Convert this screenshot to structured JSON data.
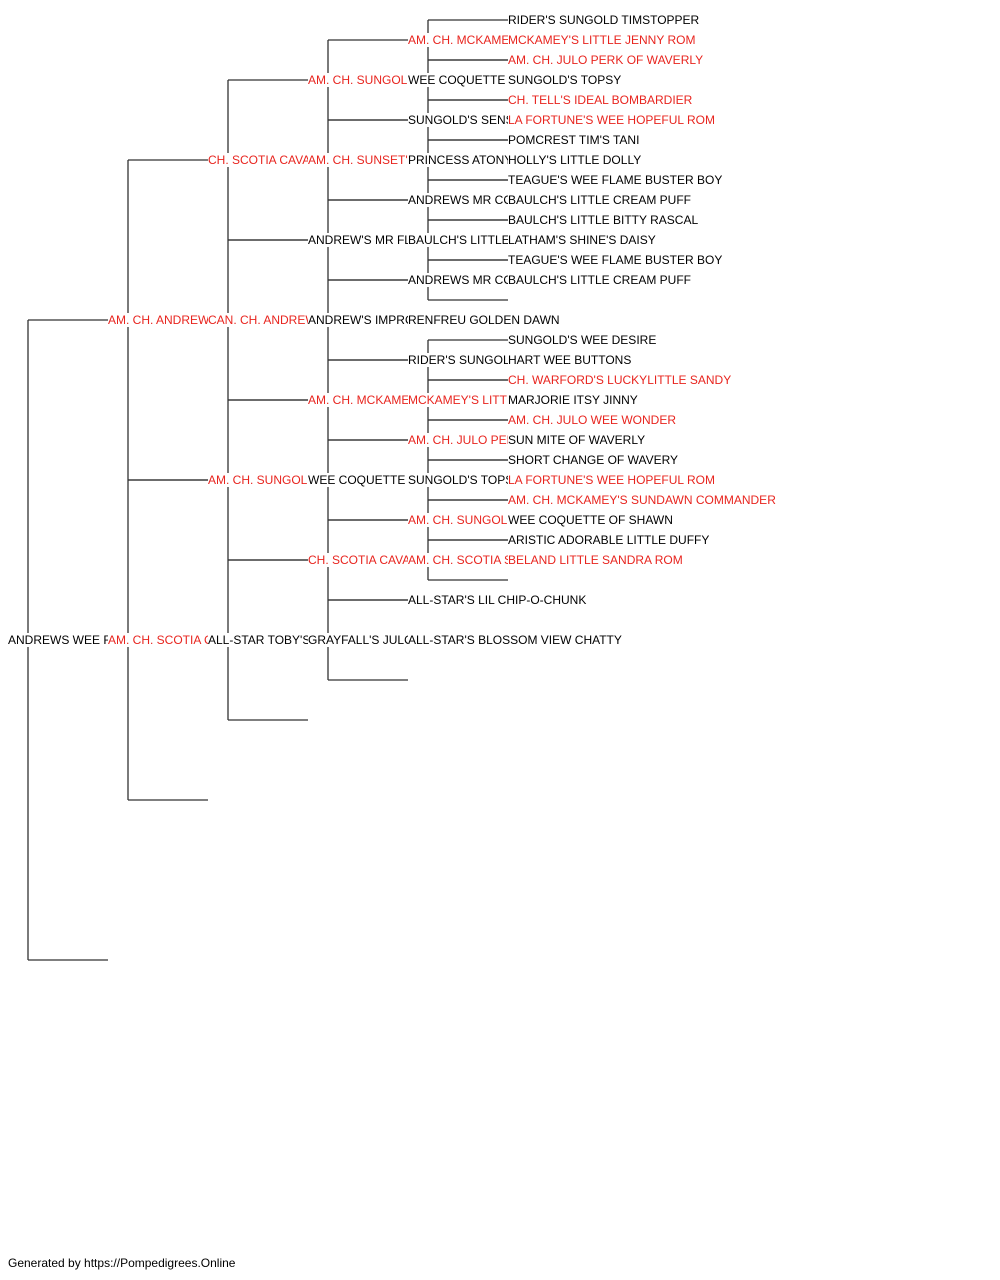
{
  "colors": {
    "titled": "#e8241e",
    "plain": "#000000",
    "line": "#333333"
  },
  "pedigree": {
    "name": "ANDREWS WEE RED LAIRD CDX",
    "red": false,
    "sire": {
      "name": "AM. CH. ANDREWS PIC'S JIMBO",
      "red": true,
      "sire": {
        "name": "CH. SCOTIA CAVALIER'S JUNGLE JIM ROM",
        "red": true,
        "sire": {
          "name": "AM. CH. SUNGOLD'S GAY CAVALIER ROMS",
          "red": true,
          "sire": {
            "name": "AM. CH. MCKAMEY'S SUNDAWN COMMANDER",
            "red": true,
            "sire": {
              "name": "RIDER'S SUNGOLD TIMSTOPPER",
              "red": false
            },
            "dam": {
              "name": "MCKAMEY'S LITTLE JENNY ROM",
              "red": true
            }
          },
          "dam": {
            "name": "WEE COQUETTE OF SHAWN",
            "red": false,
            "sire": {
              "name": "AM. CH. JULO PERK OF WAVERLY",
              "red": true
            },
            "dam": {
              "name": "SUNGOLD'S TOPSY",
              "red": false
            }
          }
        },
        "dam": {
          "name": "AM. CH. SUNSET'S PERSONAL CONQUEST ROMXROMS",
          "red": true,
          "sire": {
            "name": "SUNGOLD'S SENSATIONAL KID",
            "red": false,
            "sire": {
              "name": "CH. TELL'S IDEAL BOMBARDIER",
              "red": true
            },
            "dam": {
              "name": "LA FORTUNE'S WEE HOPEFUL ROM",
              "red": true
            }
          },
          "dam": {
            "name": "PRINCESS ATONYA",
            "red": false,
            "sire": {
              "name": "POMCREST TIM'S TANI",
              "red": false
            },
            "dam": {
              "name": "HOLLY'S LITTLE DOLLY",
              "red": false
            }
          }
        }
      },
      "dam": {
        "name": "CAN. CH. ANDREW'S EXQUISITE DEBUTANTE",
        "red": true,
        "sire": {
          "name": "ANDREW'S MR FLYING TIGER",
          "red": false,
          "sire": {
            "name": "ANDREWS MR CONTINENTAL",
            "red": false,
            "sire": {
              "name": "TEAGUE'S WEE FLAME BUSTER BOY",
              "red": false
            },
            "dam": {
              "name": "BAULCH'S LITTLE CREAM PUFF",
              "red": false
            }
          },
          "dam": {
            "name": "BAULCH'S LITTLE RED ANT",
            "red": false,
            "sire": {
              "name": "BAULCH'S LITTLE BITTY RASCAL",
              "red": false
            },
            "dam": {
              "name": "LATHAM'S SHINE'S DAISY",
              "red": false
            }
          }
        },
        "dam": {
          "name": "ANDREW'S IMPROMPTU DEBUTANTE",
          "red": false,
          "sire": {
            "name": "ANDREWS MR CONTINENTAL",
            "red": false,
            "sire": {
              "name": "TEAGUE'S WEE FLAME BUSTER BOY",
              "red": false
            },
            "dam": {
              "name": "BAULCH'S LITTLE CREAM PUFF",
              "red": false
            }
          },
          "dam": {
            "name": "RENFREU GOLDEN DAWN",
            "red": false
          }
        }
      }
    },
    "dam": {
      "name": "AM. CH. SCOTIA CAV'S A-TISKET A-TASKET",
      "red": true,
      "sire": {
        "name": "AM. CH. SUNGOLD'S GAY CAVALIER ROMS",
        "red": true,
        "sire": {
          "name": "AM. CH. MCKAMEY'S SUNDAWN COMMANDER",
          "red": true,
          "sire": {
            "name": "RIDER'S SUNGOLD TIMSTOPPER",
            "red": false,
            "sire": {
              "name": "SUNGOLD'S WEE DESIRE",
              "red": false
            },
            "dam": {
              "name": "HART WEE BUTTONS",
              "red": false
            }
          },
          "dam": {
            "name": "MCKAMEY'S LITTLE JENNY ROM",
            "red": true,
            "sire": {
              "name": "CH. WARFORD'S LUCKYLITTLE SANDY",
              "red": true
            },
            "dam": {
              "name": "MARJORIE ITSY JINNY",
              "red": false
            }
          }
        },
        "dam": {
          "name": "WEE COQUETTE OF SHAWN",
          "red": false,
          "sire": {
            "name": "AM. CH. JULO PERK OF WAVERLY",
            "red": true,
            "sire": {
              "name": "AM. CH. JULO WEE WONDER",
              "red": true
            },
            "dam": {
              "name": "SUN MITE OF WAVERLY",
              "red": false
            }
          },
          "dam": {
            "name": "SUNGOLD'S TOPSY",
            "red": false,
            "sire": {
              "name": "SHORT CHANGE OF WAVERY",
              "red": false
            },
            "dam": {
              "name": "LA FORTUNE'S WEE HOPEFUL ROM",
              "red": true
            }
          }
        }
      },
      "dam": {
        "name": "ALL-STAR TOBY'S LI'L TIDBIT",
        "red": false,
        "sire": {
          "name": "CH. SCOTIA CAVALIER'S TOBY TYLER",
          "red": true,
          "sire": {
            "name": "AM. CH. SUNGOLD'S GAY CAVALIER ROMS",
            "red": true,
            "sire": {
              "name": "AM. CH. MCKAMEY'S SUNDAWN COMMANDER",
              "red": true
            },
            "dam": {
              "name": "WEE COQUETTE OF SHAWN",
              "red": false
            }
          },
          "dam": {
            "name": "AM. CH. SCOTIA SPOT CASH ROMX",
            "red": true,
            "sire": {
              "name": "ARISTIC ADORABLE LITTLE DUFFY",
              "red": false
            },
            "dam": {
              "name": "BELAND LITTLE SANDRA ROM",
              "red": true
            }
          }
        },
        "dam": {
          "name": "GRAYFALL'S JULO JULIET",
          "red": false,
          "sire": {
            "name": "ALL-STAR'S LIL CHIP-O-CHUNK",
            "red": false
          },
          "dam": {
            "name": "ALL-STAR'S BLOSSOM VIEW CHATTY",
            "red": false
          }
        }
      }
    }
  },
  "footer": {
    "text": "Generated by https://Pompedigrees.Online"
  }
}
